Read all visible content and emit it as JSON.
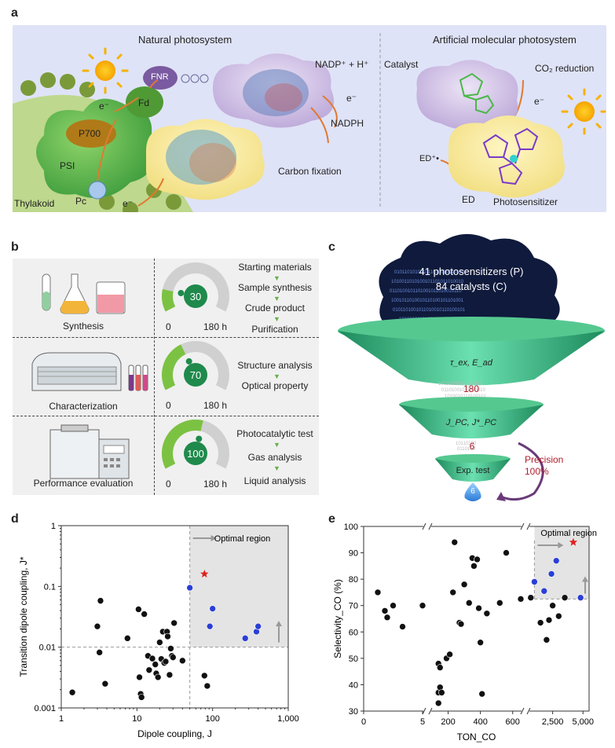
{
  "panels": {
    "a": {
      "label": "a",
      "left_title": "Natural photosystem",
      "right_title": "Artificial molecular photosystem",
      "left_labels": {
        "fnr": "FNR",
        "fd": "Fd",
        "p700": "P700",
        "psi": "PSI",
        "pc": "Pc",
        "thylakoid": "Thylakoid",
        "e1": "e⁻",
        "e2": "e⁻",
        "e3": "e⁻",
        "nadp": "NADP⁺ + H⁺",
        "nadph": "NADPH",
        "carbon": "Carbon fixation"
      },
      "right_labels": {
        "catalyst": "Catalyst",
        "co2": "CO₂ reduction",
        "e": "e⁻",
        "edplus": "ED⁺•",
        "ed": "ED",
        "photosensitizer": "Photosensitizer"
      }
    },
    "b": {
      "label": "b",
      "rows": [
        {
          "name": "Synthesis",
          "gauge_value": 30,
          "gauge_min": "0",
          "gauge_max": "180 h",
          "gauge_text": "30",
          "steps": [
            "Starting materials",
            "Sample synthesis",
            "Crude product",
            "Purification"
          ]
        },
        {
          "name": "Characterization",
          "gauge_value": 70,
          "gauge_min": "0",
          "gauge_max": "180 h",
          "gauge_text": "70",
          "steps": [
            "Structure analysis",
            "Optical property"
          ]
        },
        {
          "name": "Performance evaluation",
          "gauge_value": 100,
          "gauge_min": "0",
          "gauge_max": "180 h",
          "gauge_text": "100",
          "steps": [
            "Photocatalytic test",
            "Gas analysis",
            "Liquid analysis"
          ]
        }
      ]
    },
    "c": {
      "label": "c",
      "cloud_line1": "41 photosensitizers (P)",
      "cloud_line2": "84 catalysts (C)",
      "funnel1": "τ_ex, E_ad",
      "count1": "180",
      "funnel2": "J_PC, J*_PC",
      "count2": "6",
      "funnel3": "Exp. test",
      "drop": "6",
      "precision_label": "Precision",
      "precision_value": "100%"
    },
    "d": {
      "label": "d"
    },
    "e": {
      "label": "e"
    }
  },
  "colors": {
    "panel_a_bg": "#dfe3f7",
    "panel_b_bg": "#f0f0f0",
    "gauge_green": "#7cc242",
    "gauge_dark": "#1f8a4c",
    "funnel_green": "#3fbf8a",
    "accent_red": "#b01e2c",
    "blue_point": "#2a3fd6",
    "black_point": "#111111"
  },
  "chart_data": [
    {
      "type": "scatter",
      "title": "",
      "xlabel": "Dipole coupling, J",
      "ylabel": "Transition dipole coupling, J*",
      "xscale": "log",
      "yscale": "log",
      "xlim": [
        1,
        1000
      ],
      "ylim": [
        0.001,
        1
      ],
      "xticks": [
        "1",
        "10",
        "100",
        "1,000"
      ],
      "yticks": [
        "0.001",
        "0.01",
        "0.1",
        "1"
      ],
      "threshold_x": 50,
      "threshold_y": 0.01,
      "annotation": "Optimal region",
      "series": [
        {
          "color": "black",
          "points": [
            [
              1.4,
              0.0018
            ],
            [
              3,
              0.022
            ],
            [
              3.2,
              0.0082
            ],
            [
              3.3,
              0.058
            ],
            [
              3.8,
              0.0025
            ],
            [
              7.5,
              0.014
            ],
            [
              10.5,
              0.042
            ],
            [
              10.8,
              0.0032
            ],
            [
              11.2,
              0.0017
            ],
            [
              11.5,
              0.0015
            ],
            [
              12.5,
              0.035
            ],
            [
              14,
              0.0072
            ],
            [
              14.5,
              0.0042
            ],
            [
              16,
              0.0065
            ],
            [
              17.5,
              0.0052
            ],
            [
              18,
              0.0037
            ],
            [
              19,
              0.0032
            ],
            [
              20,
              0.012
            ],
            [
              21,
              0.0064
            ],
            [
              22,
              0.018
            ],
            [
              23,
              0.0055
            ],
            [
              24,
              0.0058
            ],
            [
              25,
              0.018
            ],
            [
              25.5,
              0.015
            ],
            [
              27,
              0.0035
            ],
            [
              28,
              0.0095
            ],
            [
              29,
              0.0072
            ],
            [
              30,
              0.0068
            ],
            [
              31,
              0.025
            ],
            [
              40,
              0.006
            ],
            [
              78,
              0.0034
            ],
            [
              85,
              0.0023
            ]
          ]
        },
        {
          "color": "blue",
          "points": [
            [
              50,
              0.095
            ],
            [
              92,
              0.022
            ],
            [
              100,
              0.043
            ],
            [
              270,
              0.014
            ],
            [
              380,
              0.018
            ],
            [
              400,
              0.022
            ]
          ]
        },
        {
          "color": "red-star",
          "points": [
            [
              78,
              0.16
            ]
          ]
        }
      ]
    },
    {
      "type": "scatter",
      "title": "",
      "xlabel": "TON_CO",
      "ylabel": "Selectivity_CO (%)",
      "xscale": "broken",
      "ylim": [
        30,
        100
      ],
      "xticks": [
        "0",
        "5",
        "200",
        "400",
        "600",
        "2,500",
        "5,000"
      ],
      "yticks": [
        "30",
        "40",
        "50",
        "60",
        "70",
        "80",
        "90",
        "100"
      ],
      "annotation": "Optimal region",
      "series": [
        {
          "color": "black",
          "points": [
            [
              1.2,
              75
            ],
            [
              1.8,
              68
            ],
            [
              2,
              65.5
            ],
            [
              2.5,
              70
            ],
            [
              3.3,
              62
            ],
            [
              5,
              70
            ],
            [
              140,
              48
            ],
            [
              150,
              46.5
            ],
            [
              140,
              37
            ],
            [
              150,
              39
            ],
            [
              160,
              37
            ],
            [
              140,
              33
            ],
            [
              190,
              50
            ],
            [
              210,
              51.5
            ],
            [
              230,
              75
            ],
            [
              240,
              94
            ],
            [
              270,
              63.5
            ],
            [
              280,
              63
            ],
            [
              300,
              78
            ],
            [
              330,
              71
            ],
            [
              350,
              88
            ],
            [
              360,
              85
            ],
            [
              380,
              87.5
            ],
            [
              390,
              69
            ],
            [
              400,
              56
            ],
            [
              410,
              36.5
            ],
            [
              440,
              67
            ],
            [
              520,
              71
            ],
            [
              560,
              90
            ],
            [
              650,
              72.5
            ],
            [
              700,
              73
            ],
            [
              1500,
              63.5
            ],
            [
              2000,
              57
            ],
            [
              2200,
              64.5
            ],
            [
              2500,
              70
            ],
            [
              3000,
              66
            ],
            [
              3500,
              73
            ]
          ]
        },
        {
          "color": "blue",
          "points": [
            [
              1000,
              79
            ],
            [
              1800,
              75.5
            ],
            [
              2400,
              82
            ],
            [
              2800,
              87
            ],
            [
              4800,
              73
            ]
          ]
        },
        {
          "color": "red-star",
          "points": [
            [
              4200,
              94
            ]
          ]
        }
      ]
    }
  ]
}
